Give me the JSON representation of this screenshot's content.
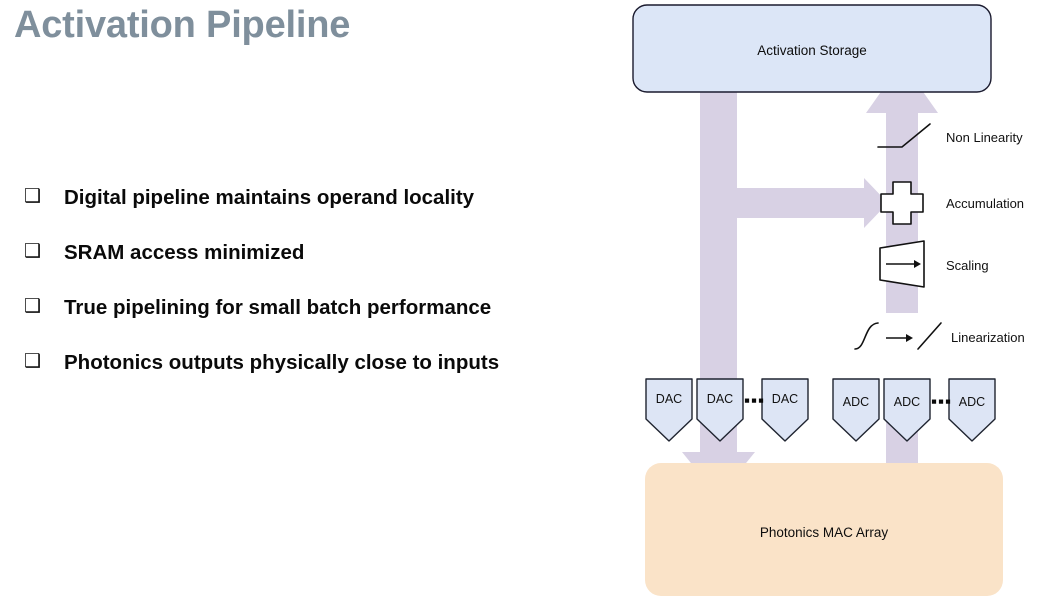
{
  "slide": {
    "title": "Activation Pipeline",
    "title_color": "#7f8f9c",
    "background": "#ffffff"
  },
  "bullets": {
    "marker_glyph": "❑",
    "items": [
      {
        "text": "Digital pipeline maintains operand locality"
      },
      {
        "text": "SRAM access minimized"
      },
      {
        "text": "True pipelining for small batch performance"
      },
      {
        "text": "Photonics outputs physically close to inputs"
      }
    ]
  },
  "diagram": {
    "colors": {
      "storage_fill": "#dce6f7",
      "storage_stroke": "#1a1a2e",
      "mac_fill": "#fae3c8",
      "mac_stroke": "#fae3c8",
      "converter_fill": "#dde5f5",
      "converter_stroke": "#1f2430",
      "flow_band": "#d8d1e4",
      "icon_stroke": "#111111",
      "label_text": "#111111"
    },
    "blocks": [
      {
        "name": "activation-storage",
        "label": "Activation Storage"
      },
      {
        "name": "photonics-mac-array",
        "label": "Photonics MAC Array"
      }
    ],
    "stages": [
      {
        "name": "non-linearity",
        "label": "Non Linearity",
        "icon": "relu-curve-icon"
      },
      {
        "name": "accumulation",
        "label": "Accumulation",
        "icon": "plus-cross-icon"
      },
      {
        "name": "scaling",
        "label": "Scaling",
        "icon": "trapezoid-arrow-icon"
      },
      {
        "name": "linearization",
        "label": "Linearization",
        "icon": "sigmoid-to-line-icon"
      }
    ],
    "converters": {
      "dac": {
        "label": "DAC",
        "count_shown": 3,
        "ellipsis": "▪▪▪"
      },
      "adc": {
        "label": "ADC",
        "count_shown": 3,
        "ellipsis": "▪▪▪"
      },
      "dac_items": [
        {
          "label": "DAC"
        },
        {
          "label": "DAC"
        },
        {
          "label": "DAC"
        }
      ],
      "adc_items": [
        {
          "label": "ADC"
        },
        {
          "label": "ADC"
        },
        {
          "label": "ADC"
        }
      ],
      "ellipsis_text": "▪▪▪"
    }
  }
}
